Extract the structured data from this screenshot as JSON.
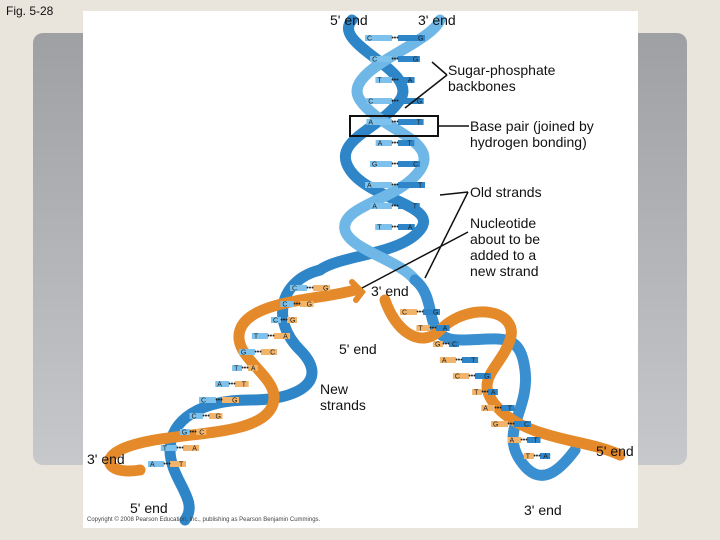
{
  "figure_id": "Fig. 5-28",
  "labels": {
    "top_5_end": "5' end",
    "top_3_end": "3' end",
    "sugar_phosphate": [
      "Sugar-phosphate",
      "backbones"
    ],
    "base_pair": [
      "Base pair (joined by",
      "hydrogen bonding)"
    ],
    "old_strands": "Old strands",
    "nucleotide": [
      "Nucleotide",
      "about to be",
      "added to a",
      "new strand"
    ],
    "fork_3_end": "3' end",
    "fork_5_end": "5' end",
    "new_strands": [
      "New",
      "strands"
    ],
    "left_3_end": "3' end",
    "left_5_end": "5' end",
    "right_5_end": "5' end",
    "right_3_end": "3' end"
  },
  "base_pairs": {
    "top": [
      [
        "C",
        "G"
      ],
      [
        "C",
        "G"
      ],
      [
        "T",
        "A"
      ],
      [
        "C",
        "G"
      ],
      [
        "A",
        "T"
      ],
      [
        "A",
        "T"
      ],
      [
        "G",
        "C"
      ],
      [
        "A",
        "T"
      ],
      [
        "A",
        "T"
      ],
      [
        "T",
        "A"
      ]
    ],
    "left": [
      [
        "C",
        "G"
      ],
      [
        "C",
        "G"
      ],
      [
        "C",
        "G"
      ],
      [
        "T",
        "A"
      ],
      [
        "G",
        "C"
      ],
      [
        "T",
        "A"
      ],
      [
        "A",
        "T"
      ],
      [
        "C",
        "G"
      ],
      [
        "C",
        "G"
      ],
      [
        "G",
        "C"
      ],
      [
        "T",
        "A"
      ],
      [
        "A",
        "T"
      ]
    ],
    "right": [
      [
        "C",
        "G"
      ],
      [
        "T",
        "A"
      ],
      [
        "G",
        "C"
      ],
      [
        "A",
        "T"
      ],
      [
        "C",
        "G"
      ],
      [
        "T",
        "A"
      ],
      [
        "A",
        "T"
      ],
      [
        "G",
        "C"
      ],
      [
        "A",
        "T"
      ],
      [
        "T",
        "A"
      ]
    ]
  },
  "colors": {
    "old_strand": "#2e86c8",
    "old_strand_light": "#7cc2ec",
    "new_strand": "#e58a2a",
    "new_strand_light": "#f2b46a",
    "slide_background": "#e9e4dc",
    "panel_gray": "#b0b2b5"
  },
  "copyright": "Copyright © 2008 Pearson Education, Inc., publishing as Pearson Benjamin Cummings."
}
